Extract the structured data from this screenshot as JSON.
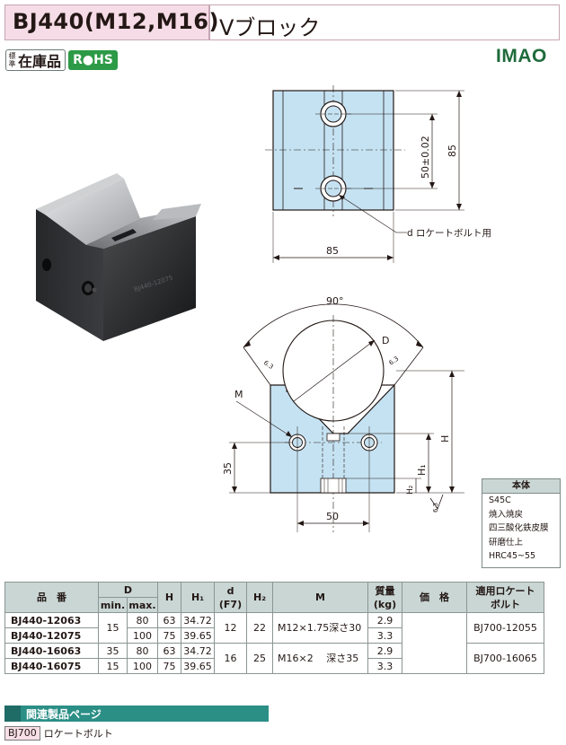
{
  "header": {
    "code": "BJ440(M12,M16)",
    "name": "Vブロック"
  },
  "badges": {
    "stock_small": "標準",
    "stock": "在庫品",
    "rohs": "R●HS"
  },
  "logo": "IMAO",
  "drawing_top": {
    "dim_width": "85",
    "dim_height": "85",
    "dim_pitch": "50±0.02",
    "callout": "d ロケートボルト用"
  },
  "drawing_front": {
    "angle": "90°",
    "label_D": "D",
    "label_M": "M",
    "label_H": "H",
    "label_H1": "H₁",
    "label_H2": "H₂",
    "dim_35": "35",
    "dim_50": "50",
    "finish_mark": "6.3"
  },
  "material": {
    "title": "本体",
    "lines": [
      "S45C",
      "焼入焼戻",
      "四三酸化鉄皮膜",
      "研磨仕上",
      "HRC45~55"
    ]
  },
  "table": {
    "headers": {
      "part": "品　番",
      "D": "D",
      "min": "min.",
      "max": "max.",
      "H": "H",
      "H1": "H₁",
      "d": "d",
      "d_sub": "(F7)",
      "H2": "H₂",
      "M": "M",
      "mass": "質量",
      "mass_unit": "(kg)",
      "price": "価　格",
      "bolt": "適用ロケート",
      "bolt2": "ボルト"
    },
    "rows": [
      {
        "part": "BJ440-12063",
        "min": "15",
        "max": "80",
        "H": "63",
        "H1": "34.72",
        "d": "12",
        "H2": "22",
        "M": "M12×1.75深さ30",
        "mass": "2.9",
        "bolt": "BJ700-12055"
      },
      {
        "part": "BJ440-12075",
        "min": "",
        "max": "100",
        "H": "75",
        "H1": "39.65",
        "d": "",
        "H2": "",
        "M": "",
        "mass": "3.3",
        "bolt": ""
      },
      {
        "part": "BJ440-16063",
        "min": "35",
        "max": "80",
        "H": "63",
        "H1": "34.72",
        "d": "16",
        "H2": "25",
        "M": "M16×2　 深さ35",
        "mass": "2.9",
        "bolt": "BJ700-16065"
      },
      {
        "part": "BJ440-16075",
        "min": "15",
        "max": "100",
        "H": "75",
        "H1": "39.65",
        "d": "",
        "H2": "",
        "M": "",
        "mass": "3.3",
        "bolt": ""
      }
    ]
  },
  "related": {
    "title": "関連製品ページ",
    "code": "BJ700",
    "name": "ロケートボルト"
  }
}
